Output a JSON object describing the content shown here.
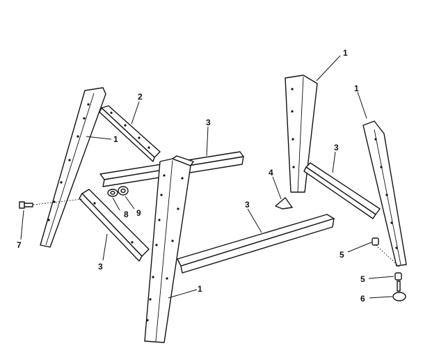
{
  "diagram": {
    "background": "#ffffff",
    "ink": "#111111",
    "callouts": [
      {
        "id": "c-1-top-right",
        "text": "1"
      },
      {
        "id": "c-1-right",
        "text": "1"
      },
      {
        "id": "c-2",
        "text": "2"
      },
      {
        "id": "c-3-center",
        "text": "3"
      },
      {
        "id": "c-1-left-leg",
        "text": "1"
      },
      {
        "id": "c-3-right",
        "text": "3"
      },
      {
        "id": "c-4",
        "text": "4"
      },
      {
        "id": "c-3-lower-center",
        "text": "3"
      },
      {
        "id": "c-8",
        "text": "8"
      },
      {
        "id": "c-9",
        "text": "9"
      },
      {
        "id": "c-7",
        "text": "7"
      },
      {
        "id": "c-3-lower-left",
        "text": "3"
      },
      {
        "id": "c-5-upper",
        "text": "5"
      },
      {
        "id": "c-5-lower",
        "text": "5"
      },
      {
        "id": "c-1-front-leg",
        "text": "1"
      },
      {
        "id": "c-6",
        "text": "6"
      }
    ]
  }
}
